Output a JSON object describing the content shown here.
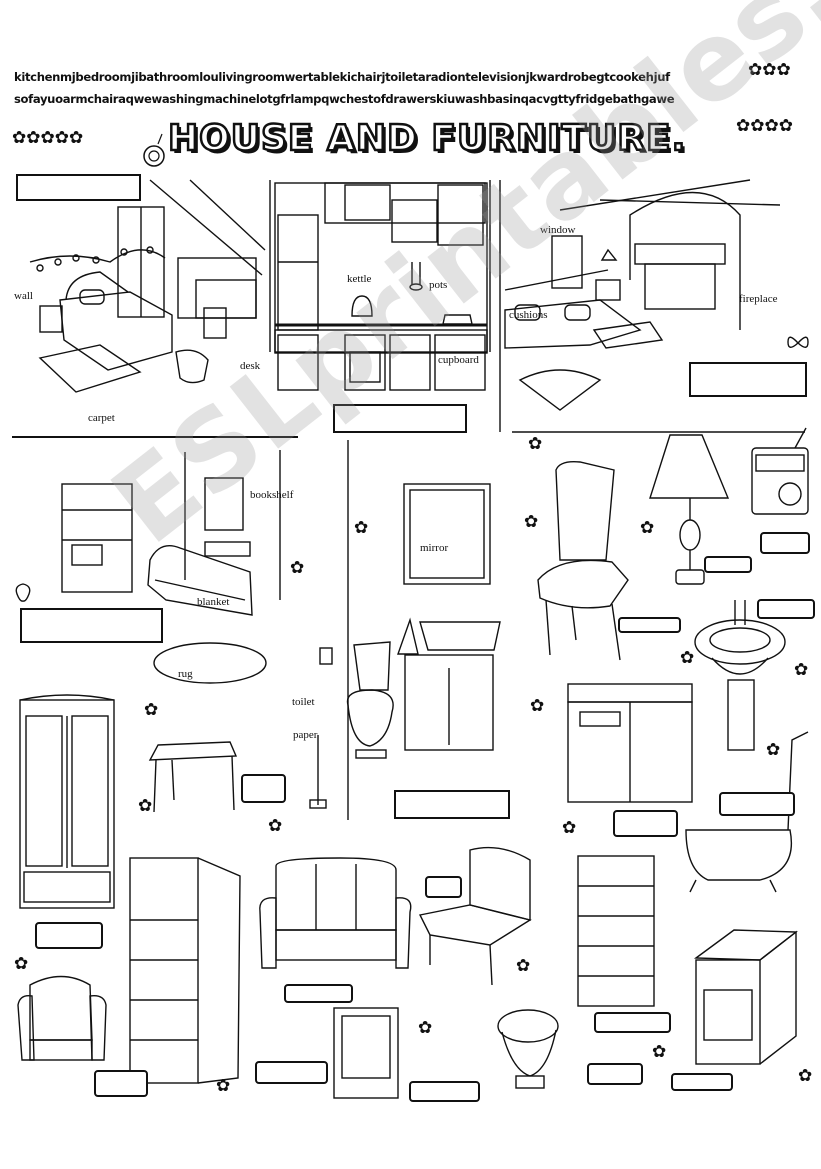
{
  "puzzle": {
    "line1": "kitchenmjbedroomjibathroomloulivingroomwertablekichairjtoiletaradiontelevisionjkwardrobegtcookehjuf",
    "line2": "sofayuoarmchairaqwewashingmachinelotgfrlampqwchestofdrawerskiuwashbasinqacvgttyfridgebathgawe"
  },
  "title": "HOUSE AND FURNITURE.",
  "labels": {
    "wall": "wall",
    "carpet": "carpet",
    "desk": "desk",
    "kettle": "kettle",
    "pots": "pots",
    "cupboard": "cupboard",
    "window": "window",
    "cushions": "cushions",
    "fireplace": "fireplace",
    "bookshelf": "bookshelf",
    "blanket": "blanket",
    "rug": "rug",
    "mirror": "mirror",
    "toilet": "toilet",
    "paper": "paper"
  },
  "watermark": "ESLprintables.com",
  "icons": [
    "flower-icon",
    "snail-icon",
    "butterfly-icon",
    "strawberry-icon"
  ]
}
